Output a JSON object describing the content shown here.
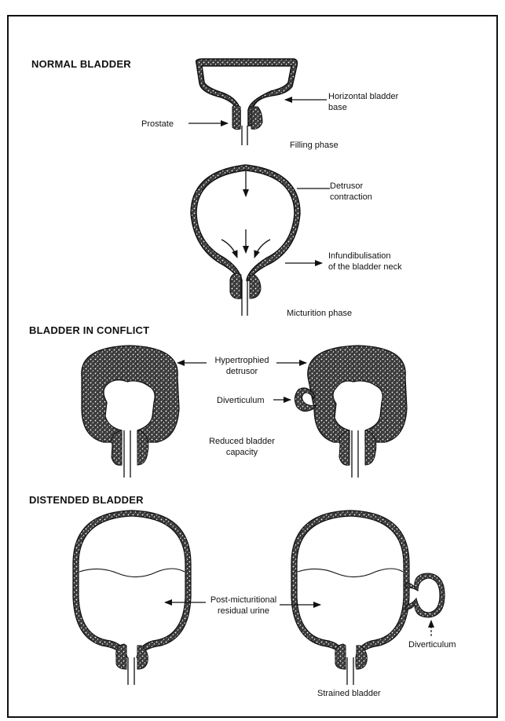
{
  "sections": {
    "normal": "NORMAL BLADDER",
    "conflict": "BLADDER IN CONFLICT",
    "distended": "DISTENDED BLADDER"
  },
  "labels": {
    "horizontal_base_1": "Horizontal bladder",
    "horizontal_base_2": "base",
    "prostate": "Prostate",
    "filling_phase": "Filling phase",
    "detrusor_1": "Detrusor",
    "detrusor_2": "contraction",
    "infund_1": "Infundibulisation",
    "infund_2": "of the bladder neck",
    "micturition_phase": "Micturition phase",
    "hyper_1": "Hypertrophied",
    "hyper_2": "detrusor",
    "diverticulum_1": "Diverticulum",
    "reduced_1": "Reduced bladder",
    "reduced_2": "capacity",
    "residual_1": "Post-micturitional",
    "residual_2": "residual urine",
    "diverticulum_2": "Diverticulum",
    "strained": "Strained bladder"
  },
  "colors": {
    "ink": "#111111",
    "stipple": "#2a2a2a",
    "paper": "#ffffff"
  }
}
